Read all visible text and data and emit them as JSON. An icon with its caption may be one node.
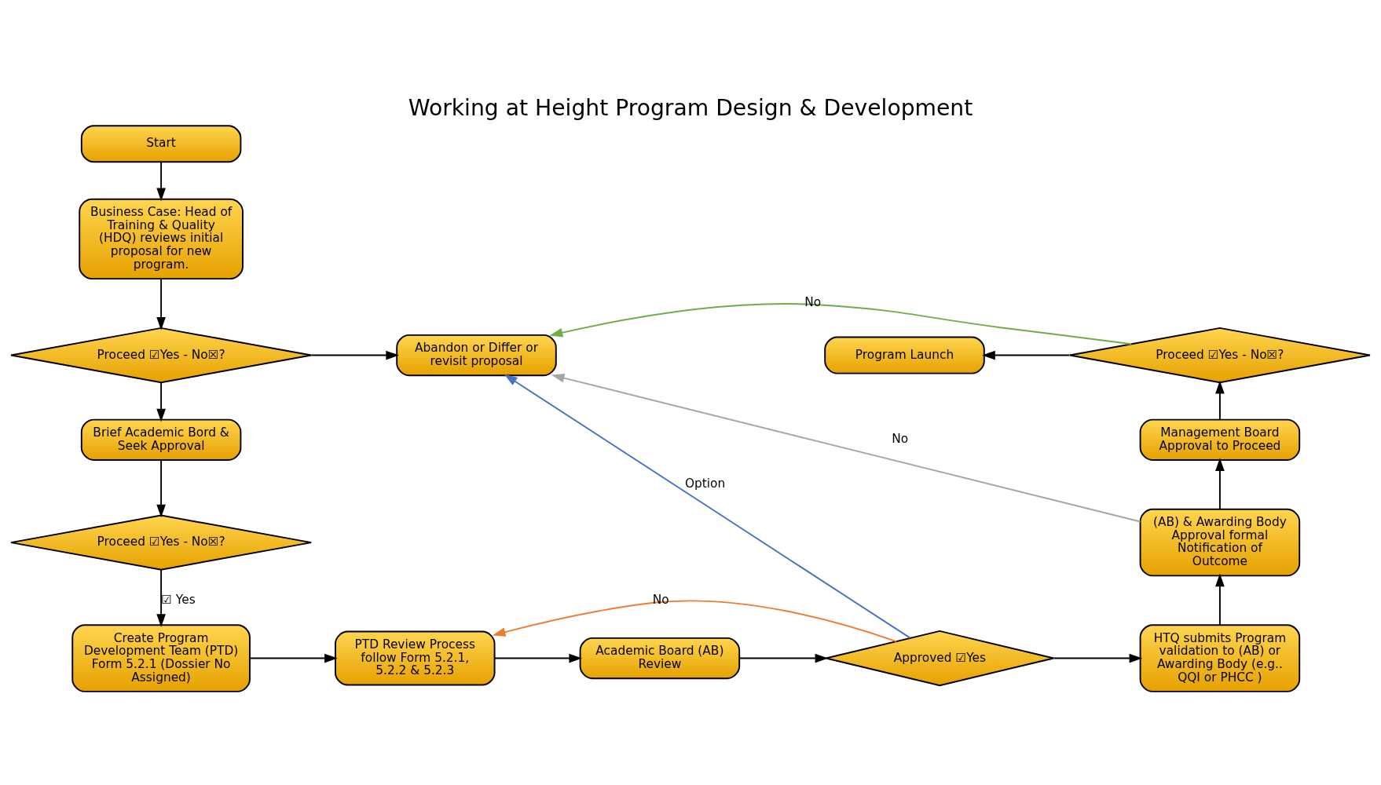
{
  "diagram": {
    "title": "Working at Height Program Design & Development",
    "nodes": [
      {
        "text": [
          "Start"
        ]
      },
      {
        "text": [
          "Business Case: Head of Training & Quality (HDQ) reviews initial proposal for new program."
        ]
      },
      {
        "text": [
          "Proceed ☑Yes - No☒?"
        ]
      },
      {
        "text": [
          "Abandon or Differ or revisit proposal"
        ]
      },
      {
        "text": [
          "Brief Academic Bord & Seek Approval"
        ]
      },
      {
        "text": [
          "Proceed ☑Yes - No☒?"
        ]
      },
      {
        "text": [
          "Create Program Development Team (PTD) Form 5.2.1 (Dossier No Assigned)"
        ]
      },
      {
        "text": [
          "PTD Review Process follow Form 5.2.1, 5.2.2 & 5.2.3"
        ]
      },
      {
        "text": [
          "Academic Board (AB) Review"
        ]
      },
      {
        "text": [
          "Approved ☑Yes"
        ]
      },
      {
        "text": [
          "HTQ submits Program validation to (AB) or Awarding Body (e.g.. QQI or PHCC )"
        ]
      },
      {
        "text": [
          "(AB) & Awarding Body Approval formal Notification of Outcome"
        ]
      },
      {
        "text": [
          "Management Board Approval to Proceed"
        ]
      },
      {
        "text": [
          "Proceed ☑Yes - No☒?"
        ]
      },
      {
        "text": [
          "Program Launch"
        ]
      }
    ],
    "edges": [
      {
        "from": 0,
        "to": 1,
        "arrow": "to"
      },
      {
        "from": 1,
        "to": 2,
        "arrow": "to"
      },
      {
        "from": 2,
        "to": 3,
        "arrow": "to"
      },
      {
        "from": 2,
        "to": 4,
        "arrow": "to"
      },
      {
        "from": 4,
        "to": 5,
        "arrow": "to"
      },
      {
        "from": 5,
        "to": 6,
        "arrow": "to",
        "label": "☑ Yes"
      },
      {
        "from": 6,
        "to": 7,
        "arrow": "to"
      },
      {
        "from": 7,
        "to": 8,
        "arrow": "to"
      },
      {
        "from": 8,
        "to": 9,
        "arrow": "to"
      },
      {
        "from": 9,
        "to": 10,
        "arrow": "to"
      },
      {
        "from": 9,
        "to": 7,
        "arrow": "to",
        "label": "No",
        "color": "#ed7d31"
      },
      {
        "from": 9,
        "to": 3,
        "arrow": "to",
        "label": "Option",
        "color": "#4472c4"
      },
      {
        "from": 10,
        "to": 11,
        "arrow": "to"
      },
      {
        "from": 11,
        "to": 12,
        "arrow": "to"
      },
      {
        "from": 11,
        "to": 3,
        "arrow": "to",
        "label": "No",
        "color": "#a5a5a5"
      },
      {
        "from": 12,
        "to": 13,
        "arrow": "to"
      },
      {
        "from": 13,
        "to": 14,
        "arrow": "to"
      },
      {
        "from": 13,
        "to": 3,
        "arrow": "to",
        "label": "No",
        "color": "#70ad47"
      }
    ]
  }
}
